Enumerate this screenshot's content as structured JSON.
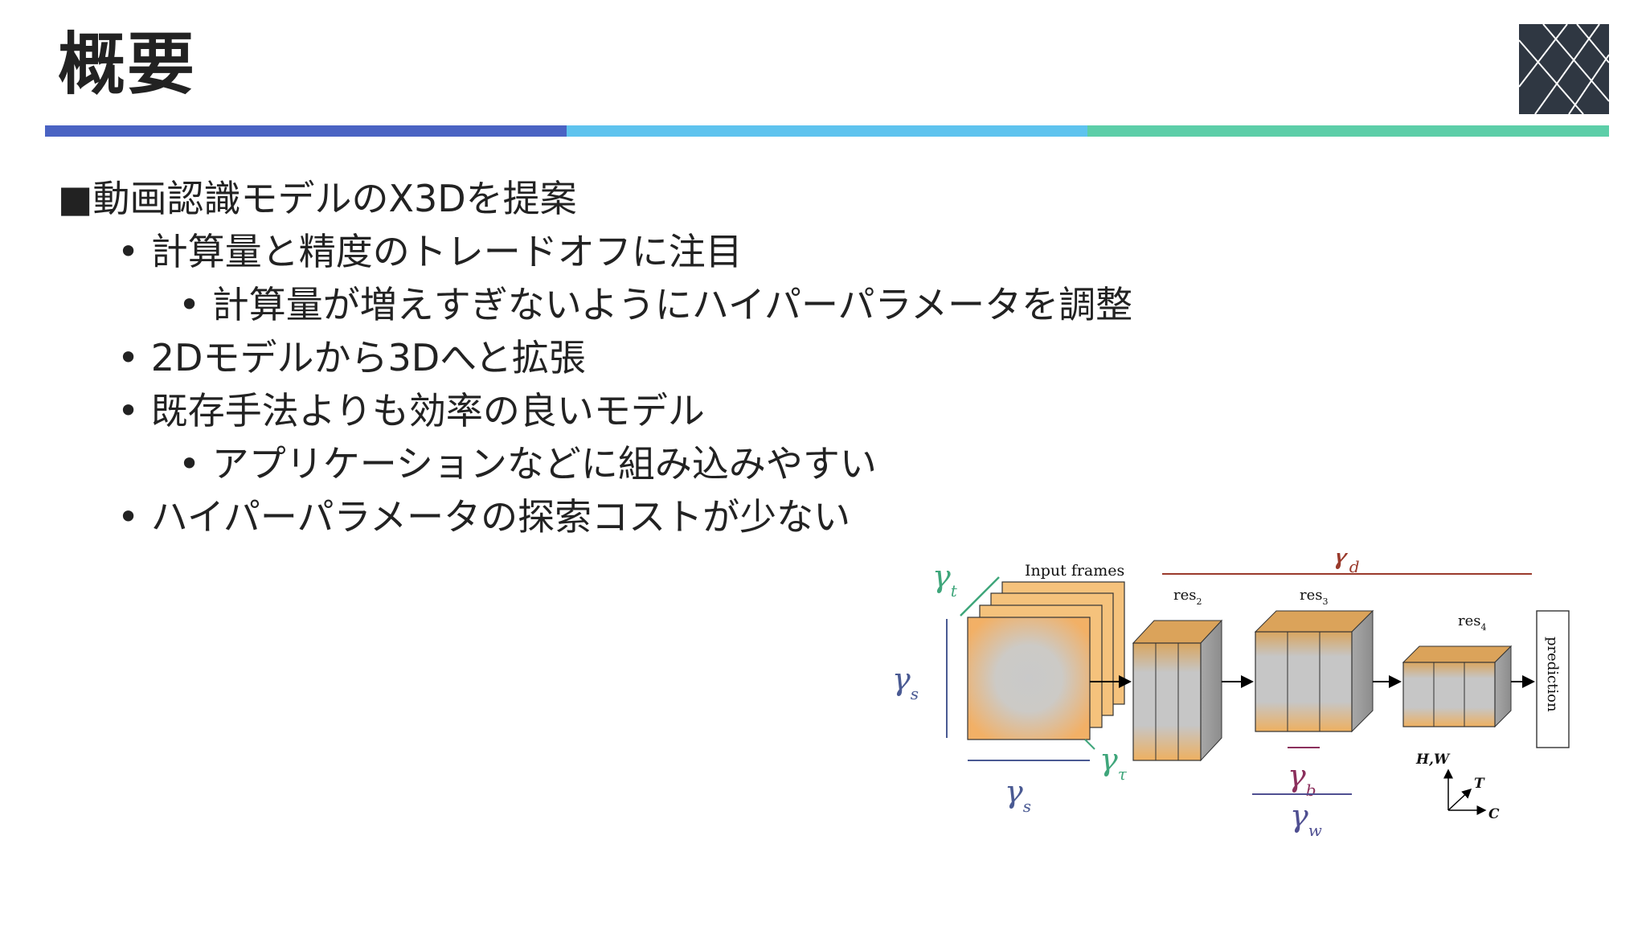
{
  "slide": {
    "title": "概要",
    "bullets": [
      {
        "level": 0,
        "text": "動画認識モデルのX3Dを提案"
      },
      {
        "level": 1,
        "text": "計算量と精度のトレードオフに注目"
      },
      {
        "level": 2,
        "text": "計算量が増えすぎないようにハイパーパラメータを調整"
      },
      {
        "level": 1,
        "text": "2Dモデルから3Dへと拡張"
      },
      {
        "level": 1,
        "text": "既存手法よりも効率の良いモデル"
      },
      {
        "level": 2,
        "text": "アプリケーションなどに組み込みやすい"
      },
      {
        "level": 1,
        "text": "ハイパーパラメータの探索コストが少ない"
      }
    ]
  },
  "colors": {
    "bar_segments": [
      "#4a63c3",
      "#5ec3ee",
      "#5ccea8"
    ],
    "logo_bg": "#2f3742",
    "frame_fill": "#f5c27c",
    "frame_center": "#c9c9c9",
    "gamma_t": "#3fa67b",
    "gamma_s": "#4a5a93",
    "gamma_d": "#9a3a2c",
    "gamma_b": "#8b2f5c",
    "gamma_w": "#4f4f91",
    "gamma_tau": "#3fa67b"
  },
  "figure": {
    "input_frames_label": "Input frames",
    "res2": "res",
    "res2_sub": "2",
    "res3": "res",
    "res3_sub": "3",
    "res4": "res",
    "res4_sub": "4",
    "prediction": "prediction",
    "gamma_symbol": "γ",
    "gamma_t_sub": "t",
    "gamma_s_sub": "s",
    "gamma_tau_sub": "τ",
    "gamma_d_sub": "d",
    "gamma_b_sub": "b",
    "gamma_w_sub": "w",
    "axis_hw": "H,W",
    "axis_t": "T",
    "axis_c": "C"
  }
}
